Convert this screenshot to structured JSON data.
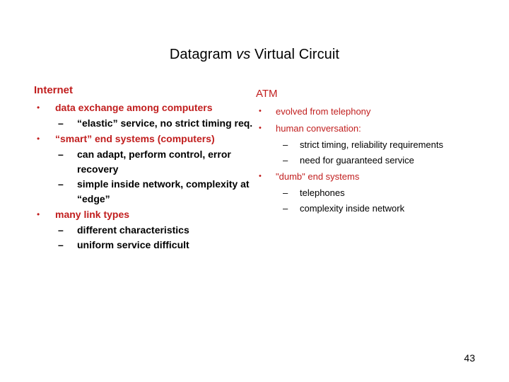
{
  "slide": {
    "title_part1": "Datagram ",
    "title_vs": "vs",
    "title_part2": " Virtual Circuit",
    "page_number": "43",
    "background_color": "#ffffff",
    "accent_color": "#C11E1E",
    "text_color": "#000000"
  },
  "columns": {
    "left": {
      "heading": "Internet",
      "bullet_marker": "•",
      "dash_marker": "–",
      "items": [
        {
          "label": "data exchange among computers",
          "sub": [
            "“elastic” service, no strict timing req."
          ]
        },
        {
          "label": "“smart” end systems (computers)",
          "sub": [
            "can adapt, perform control, error recovery",
            "simple inside network, complexity at “edge”"
          ]
        },
        {
          "label": "many link types",
          "sub": [
            "different characteristics",
            "uniform service difficult"
          ]
        }
      ]
    },
    "right": {
      "heading": "ATM",
      "bullet_marker": "•",
      "dash_marker": "–",
      "items": [
        {
          "label": "evolved from telephony",
          "sub": []
        },
        {
          "label": "human conversation:",
          "sub": [
            "strict timing, reliability requirements",
            "need for guaranteed service"
          ]
        },
        {
          "label": "\"dumb\" end systems",
          "sub": [
            "telephones",
            "complexity inside network"
          ]
        }
      ]
    }
  }
}
